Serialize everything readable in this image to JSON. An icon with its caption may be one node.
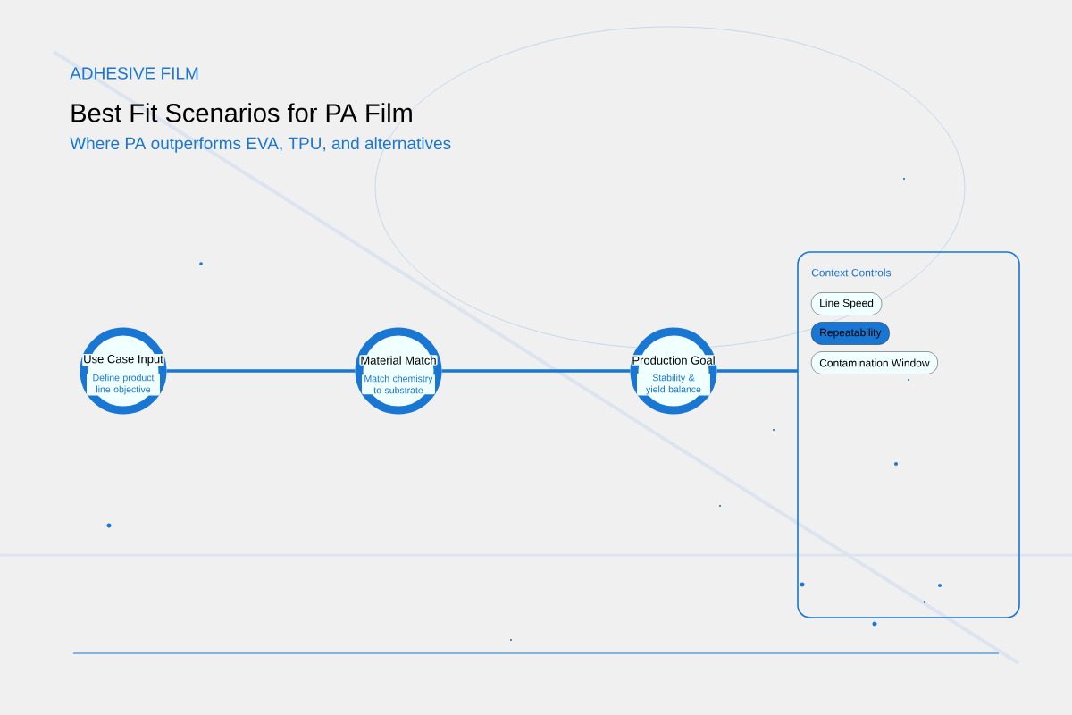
{
  "diagram": {
    "title": "Best Fit Scenarios for PA Film",
    "caption": "Where PA outperforms EVA, TPU, and alternatives",
    "nodes": [
      {
        "text": [
          "Use Case Input",
          "Define product line objective"
        ]
      },
      {
        "text": [
          "Material Match",
          "Match chemistry to substrate"
        ]
      },
      {
        "text": [
          "Production Goal",
          "Stability & yield balance"
        ]
      },
      {
        "text": [
          "Context Controls"
        ]
      },
      {
        "text": [
          "Line Speed"
        ],
        "in": 3
      },
      {
        "text": [
          "Repeatability"
        ],
        "in": 3
      },
      {
        "text": [
          "Contamination Window"
        ],
        "in": 3
      }
    ],
    "edges": [
      {
        "from": 0,
        "to": 1,
        "arrow": "none"
      },
      {
        "from": 1,
        "to": 2,
        "arrow": "none"
      },
      {
        "from": 2,
        "to": 3,
        "arrow": "none"
      }
    ],
    "labels": [
      "ADHESIVE FILM"
    ]
  }
}
